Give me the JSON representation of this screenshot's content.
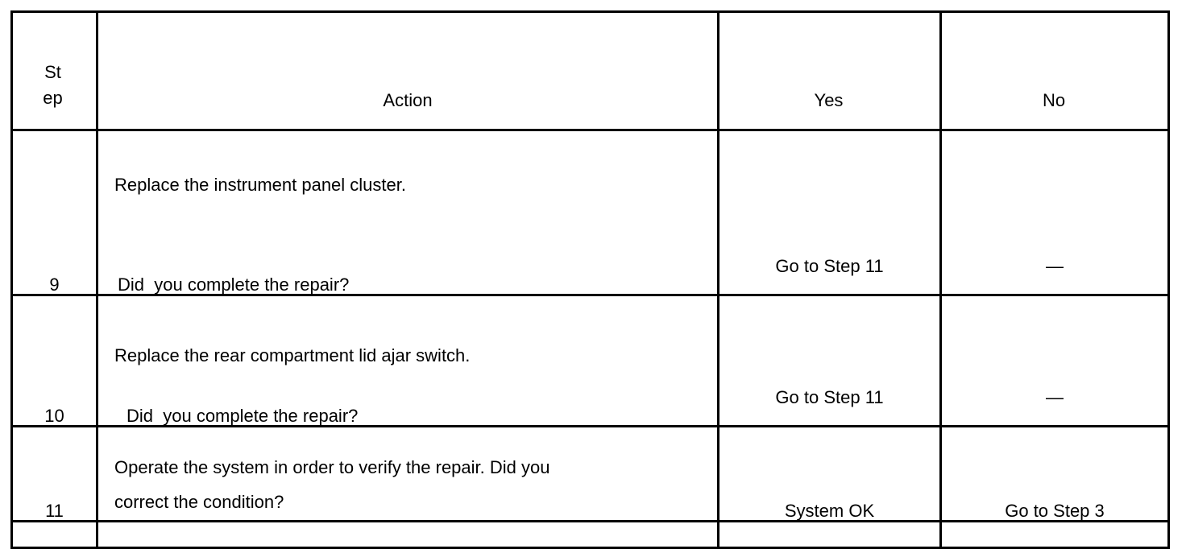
{
  "table": {
    "name": "diagnostic-step-table",
    "columns": [
      {
        "key": "step",
        "label_line1": "St",
        "label_line2": "ep",
        "label": "Step"
      },
      {
        "key": "action",
        "label": "Action"
      },
      {
        "key": "yes",
        "label": "Yes"
      },
      {
        "key": "no",
        "label": "No"
      }
    ],
    "rows": [
      {
        "step": "9",
        "action_lines": [
          "Replace the instrument panel cluster.",
          "Did  you complete the repair?"
        ],
        "yes": "Go to Step 11",
        "no": "—"
      },
      {
        "step": "10",
        "action_lines": [
          "Replace the rear compartment lid ajar switch.",
          "Did  you complete the repair?"
        ],
        "yes": "Go to Step 11",
        "no": "—"
      },
      {
        "step": "11",
        "action_lines": [
          "Operate the system in order to verify the repair. Did you",
          "correct the condition?"
        ],
        "yes": "System OK",
        "no": "Go to Step 3"
      }
    ]
  },
  "colors": {
    "border": "#000000",
    "text": "#000000",
    "background": "#ffffff"
  }
}
